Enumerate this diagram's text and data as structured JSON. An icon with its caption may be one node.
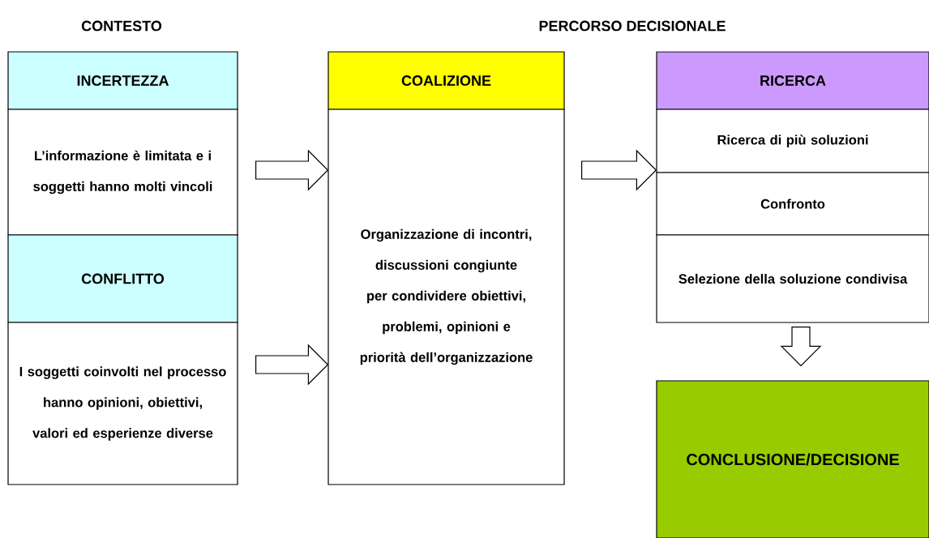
{
  "diagram": {
    "nodes": [
      {
        "text": [
          "INCERTEZZA"
        ]
      },
      {
        "text": [
          "L’informazione è limitata e i soggetti hanno molti vincoli"
        ]
      },
      {
        "text": [
          "CONFLITTO"
        ]
      },
      {
        "text": [
          "I soggetti coinvolti nel processo hanno opinioni, obiettivi, valori ed esperienze diverse"
        ]
      },
      {
        "text": [
          "COALIZIONE"
        ]
      },
      {
        "text": [
          "Organizzazione di incontri, discussioni congiunte per condividere obiettivi, problemi, opinioni e priorità dell’organizzazione"
        ]
      },
      {
        "text": [
          "RICERCA"
        ]
      },
      {
        "text": [
          "Ricerca di più soluzioni"
        ]
      },
      {
        "text": [
          "Confronto"
        ]
      },
      {
        "text": [
          "Selezione della soluzione condivisa"
        ]
      },
      {
        "text": [
          "CONCLUSIONE/DECISIONE"
        ]
      }
    ],
    "edges": [
      {
        "from": 1,
        "to": 5,
        "arrow": "to"
      },
      {
        "from": 3,
        "to": 5,
        "arrow": "to"
      },
      {
        "from": 5,
        "to": 7,
        "arrow": "to"
      },
      {
        "from": 9,
        "to": 10,
        "arrow": "to"
      }
    ],
    "labels": [
      "CONTESTO",
      "PERCORSO DECISIONALE"
    ]
  }
}
